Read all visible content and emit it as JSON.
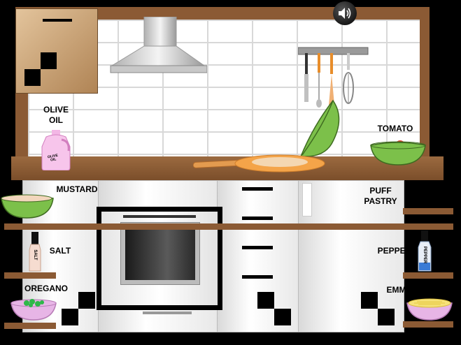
{
  "labels": {
    "olive_oil": "OLIVE\nOIL",
    "tomato": "TOMATO",
    "mustard": "MUSTARD",
    "puff_pastry": "PUFF\nPASTRY",
    "salt": "SALT",
    "pepper": "PEPPER",
    "oregano": "OREGANO",
    "emmental": "EMMENTAL"
  },
  "bottles": {
    "olive_oil_text": "OLIVE\nOIL",
    "salt_text": "SALT",
    "pepper_text": "PEPPER"
  },
  "icons": {
    "sound": "speaker-icon"
  },
  "colors": {
    "wood": "#8b5a34",
    "bowl_green": "#7cc04a",
    "bowl_pink": "#e7b5e6"
  }
}
